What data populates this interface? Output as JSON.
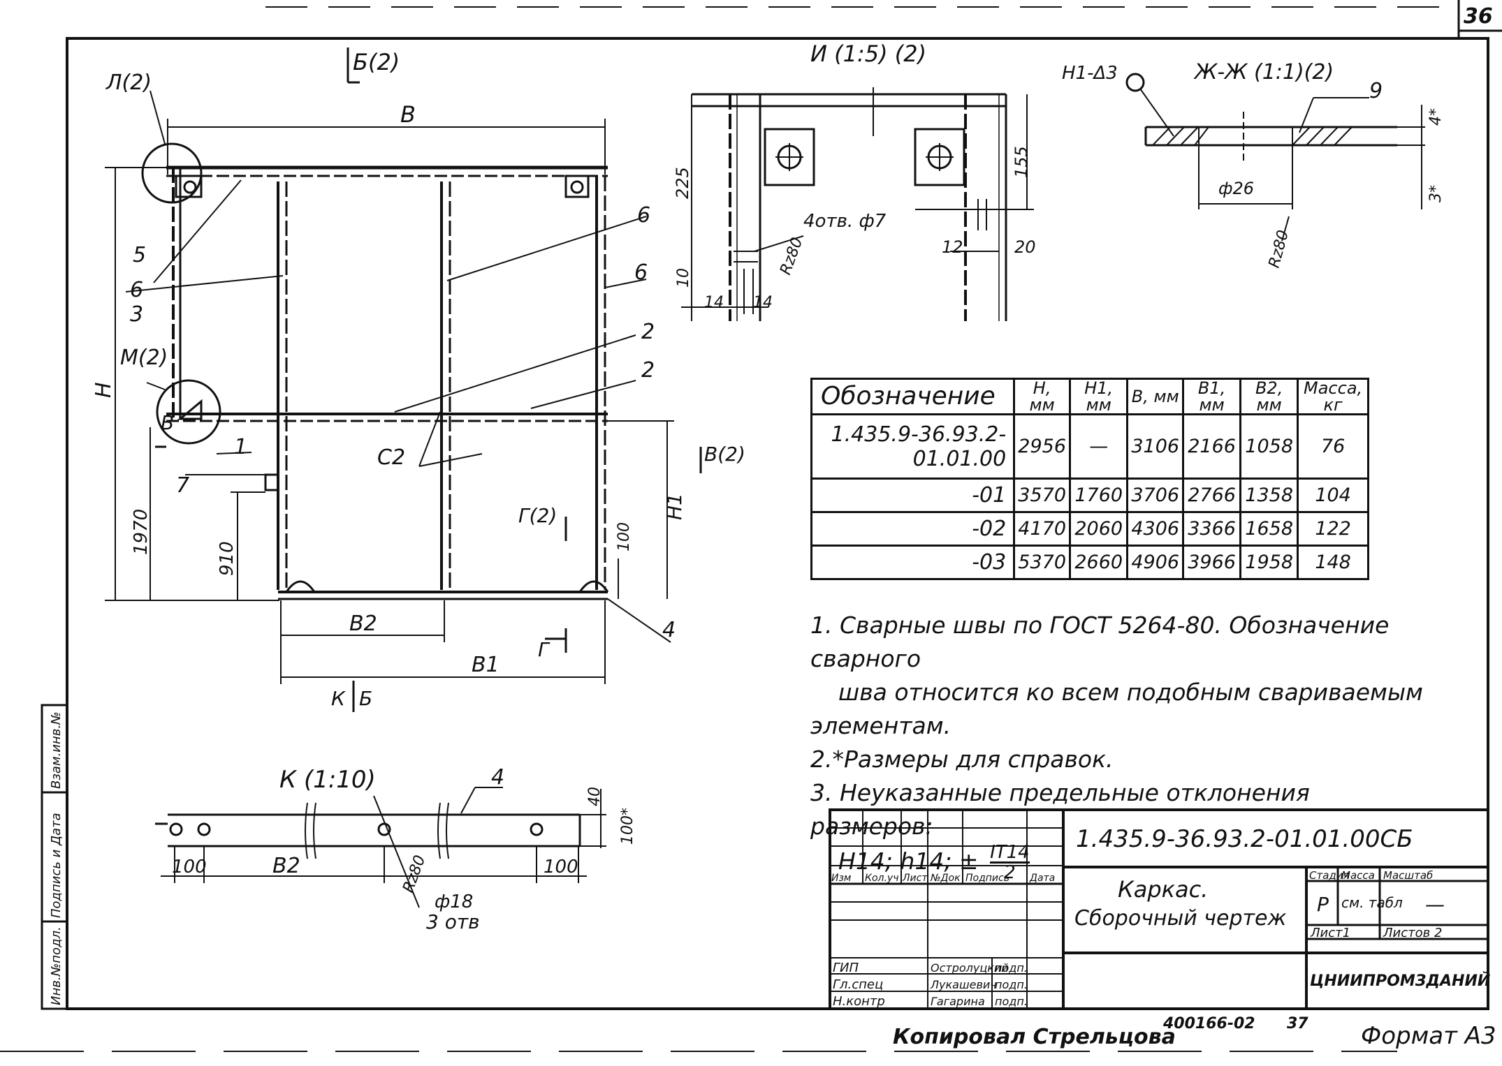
{
  "sheet": {
    "number": "36",
    "format": "Формат А3",
    "copied_by": "Копировал Стрельцова",
    "stamp_code": "400166-02",
    "stamp_page": "37"
  },
  "views": {
    "section_b": "Б(2)",
    "detail_l": "Л(2)",
    "detail_m": "М(2)",
    "view_i": "И (1:5) (2)",
    "section_zh": "Ж-Ж (1:1)(2)",
    "weld_mark": "Н1-Δ3",
    "view_v": "В(2)",
    "view_g": "Г(2)",
    "view_k": "К (1:10)",
    "cut_g": "Г",
    "cut_k": "К",
    "cut_b": "Б",
    "cut_v": "В"
  },
  "dimensions": {
    "B": "В",
    "H": "Н",
    "H1": "Н1",
    "B1": "В1",
    "B2": "В2",
    "B2_k": "В2",
    "d1970": "1970",
    "d910": "910",
    "d100": "100",
    "d225": "225",
    "d155": "155",
    "d10": "10",
    "d14a": "14",
    "d14b": "14",
    "d12": "12",
    "d20": "20",
    "holes4": "4отв. ф7",
    "rz80": "Rz80",
    "rz80b": "Rz80",
    "rz80c": "Rz80",
    "d26": "ф26",
    "d4": "4*",
    "d3": "3*",
    "k100a": "100",
    "k100b": "100",
    "k40": "40",
    "k100c": "100*",
    "k_holes_d": "ф18",
    "k_holes_n": "3 отв"
  },
  "positions": [
    "1",
    "2",
    "2",
    "3",
    "4",
    "5",
    "6",
    "6",
    "6",
    "7",
    "9",
    "4"
  ],
  "weld_c2": "С2",
  "table": {
    "headers": [
      "Обозначение",
      "Н, мм",
      "Н1, мм",
      "В, мм",
      "В1, мм",
      "В2, мм",
      "Масса, кг"
    ],
    "rows": [
      [
        "1.435.9-36.93.2-01.01.00",
        "2956",
        "—",
        "3106",
        "2166",
        "1058",
        "76"
      ],
      [
        "-01",
        "3570",
        "1760",
        "3706",
        "2766",
        "1358",
        "104"
      ],
      [
        "-02",
        "4170",
        "2060",
        "4306",
        "3366",
        "1658",
        "122"
      ],
      [
        "-03",
        "5370",
        "2660",
        "4906",
        "3966",
        "1958",
        "148"
      ]
    ]
  },
  "notes": [
    "1. Сварные швы по ГОСТ 5264-80. Обозначение сварного",
    "шва относится ко всем подобным свариваемым",
    "элементам.",
    "2.*Размеры для справок.",
    "3. Неуказанные предельные отклонения размеров:",
    "Н14; h14; ±",
    "IT14",
    "2"
  ],
  "title_block": {
    "code": "1.435.9-36.93.2-01.01.00СБ",
    "name_1": "Каркас.",
    "name_2": "Сборочный чертеж",
    "cols": [
      "Изм",
      "Кол.уч",
      "Лист",
      "№Док",
      "Подпись",
      "Дата"
    ],
    "roles": [
      "ГИП",
      "Гл.спец",
      "Н.контр"
    ],
    "people": [
      "Остролуцкий",
      "Лукашевич",
      "Гагарина"
    ],
    "signatures": [
      "подп.",
      "подп.",
      "подп."
    ],
    "stage_h": "Стадия",
    "mass_h": "Масса",
    "scale_h": "Масштаб",
    "stage": "Р",
    "mass": "см. табл",
    "scale": "—",
    "sheet": "Лист1",
    "sheets": "Листов 2",
    "org": "ЦНИИПРОМЗДАНИЙ"
  },
  "margin_strip": [
    "Инв.№подл.",
    "Подпись и Дата",
    "Взам.инв.№"
  ]
}
